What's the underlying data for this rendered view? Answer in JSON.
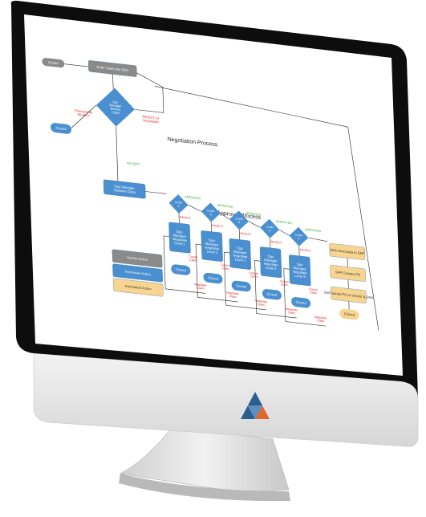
{
  "flowchart": {
    "start_label": "Vendor",
    "enter_label": "Enter Claim into SRA",
    "review_label": [
      "Ops",
      "Manager",
      "Review",
      "Claim"
    ],
    "permanently_reject_label": [
      "Permanently",
      "REJECT"
    ],
    "reject_negotiation_label": [
      "REJECT for",
      "Negotiation"
    ],
    "closed_label": "Closed",
    "negotiation_title": "Negotiation Process",
    "accept_label": "ACCEPT",
    "ops_updates_label": [
      "Ops Manager",
      "Updates Claim"
    ],
    "approval_title": "Approval Process",
    "levels": [
      {
        "decision": [
          "Level",
          "1"
        ],
        "negotiate": [
          "Ops",
          "Manager",
          "Negotiate",
          "Level 1"
        ]
      },
      {
        "decision": [
          "Level",
          "2"
        ],
        "negotiate": [
          "Ops",
          "Manager",
          "Negotiate",
          "Level 2"
        ]
      },
      {
        "decision": [
          "Level",
          "3"
        ],
        "negotiate": [
          "Ops",
          "Manager",
          "Negotiate",
          "Level 3"
        ]
      },
      {
        "decision": [
          "Level",
          "4"
        ],
        "negotiate": [
          "Ops",
          "Manager",
          "Negotiate",
          "Level 4"
        ]
      },
      {
        "decision": [
          "Level",
          "5"
        ],
        "negotiate": [
          "Ops",
          "Manager",
          "Negotiate",
          "Level 5"
        ]
      }
    ],
    "approved_label": "APPROVED",
    "reject_label": "REJECT",
    "cancel_claim_label": [
      "Cancel",
      "Claim"
    ],
    "negotiate_claim_label": [
      "Negotiate",
      "Claim"
    ],
    "automated_steps": [
      "SRA Send data to SAP",
      "SAP Creates PO",
      "SAP Sends PO to Vendor & SRA"
    ],
    "automated_closed": "Closed",
    "legend": [
      "Vendor Action",
      "Technician Action",
      "Automated Action"
    ]
  },
  "colors": {
    "vendor": "#8a8a8a",
    "technician": "#4a8fcf",
    "automated": "#f7d48f",
    "approved_text": "#2aa52a",
    "reject_text": "#e02020",
    "logo_blue": "#2b5f8e",
    "logo_orange": "#e0662b"
  }
}
